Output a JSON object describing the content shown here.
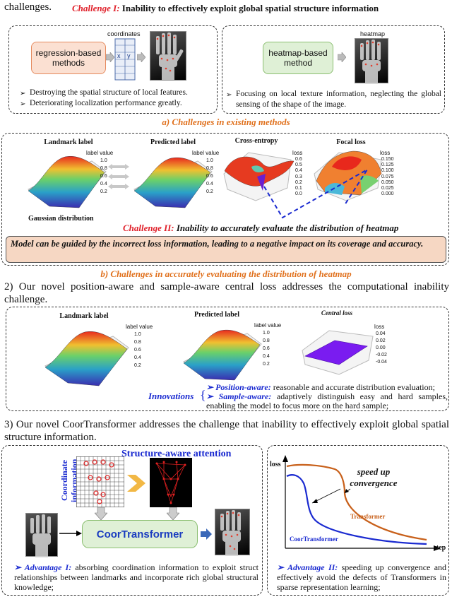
{
  "top": {
    "left_text": "challenges.",
    "challenge1_label": "Challenge I:",
    "challenge1_text": "Inability to effectively exploit global spatial structure information"
  },
  "sectionA": {
    "regression_label": "regression-based methods",
    "coordinates_label": "coordinates",
    "heatmap_method_label": "heatmap-based method",
    "heatmap_label": "heatmap",
    "regression_points": [
      "Destroying the spatial structure of local features.",
      "Deteriorating localization performance greatly."
    ],
    "heatmap_point": "Focusing on local texture information, neglecting the global sensing of the shape of the image.",
    "caption": "a) Challenges in existing methods"
  },
  "sectionB": {
    "titles": [
      "Landmark label",
      "Predicted label",
      "Cross-entropy",
      "Focal loss"
    ],
    "label_value": "label value",
    "loss": "loss",
    "ticks_label": [
      "1.0",
      "0.8",
      "0.6",
      "0.4",
      "0.2"
    ],
    "ticks_ce": [
      "0.6",
      "0.5",
      "0.4",
      "0.3",
      "0.2",
      "0.1",
      "0.0"
    ],
    "ticks_focal": [
      "0.150",
      "0.125",
      "0.100",
      "0.075",
      "0.050",
      "0.025",
      "0.000"
    ],
    "gaussian": "Gaussian distribution",
    "challenge2_label": "Challenge II:",
    "challenge2_text": "Inability to accurately evaluate the distribution of heatmap",
    "model_note": "Model can be guided by the incorrect loss information, leading to a negative impact on its coverage and accuracy.",
    "caption": "b) Challenges in accurately evaluating the distribution of  heatmap"
  },
  "section2": {
    "heading": "2) Our novel position-aware and sample-aware central loss addresses the computational inability challenge.",
    "titles": [
      "Landmark label",
      "Predicted label",
      "Central loss"
    ],
    "label_value": "label value",
    "loss": "loss",
    "ticks_label": [
      "1.0",
      "0.8",
      "0.6",
      "0.4",
      "0.2"
    ],
    "ticks_central": [
      "0.04",
      "0.02",
      "0.00",
      "-0.02",
      "-0.04"
    ],
    "innovations": "Innovations",
    "pos_label": "Position-aware:",
    "pos_text": "reasonable and accurate distribution evaluation;",
    "samp_label": "Sample-aware:",
    "samp_text": "adaptively distinguish easy and hard samples, enabling the model to focus more on the hard sample;"
  },
  "section3": {
    "heading": "3) Our novel CoorTransformer addresses the challenge that inability to effectively exploit global spatial structure information.",
    "coord_info": "Coordinate information",
    "structure_attention": "Structure-aware attention",
    "coortransformer": "CoorTransformer",
    "adv1_label": "Advantage I:",
    "adv1_text": "absorbing coordination information to exploit struct relationships between landmarks and incorporate rich global structural knowledge;",
    "loss_axis": "loss",
    "step_axis": "step",
    "speed_up": "speed up convergence",
    "transformer_label": "Transformer",
    "coor_label": "CoorTransformer",
    "adv2_label": "Advantage II:",
    "adv2_text": "speeding up convergence and effectively avoid the defects of Transformers in sparse representation learning;"
  }
}
